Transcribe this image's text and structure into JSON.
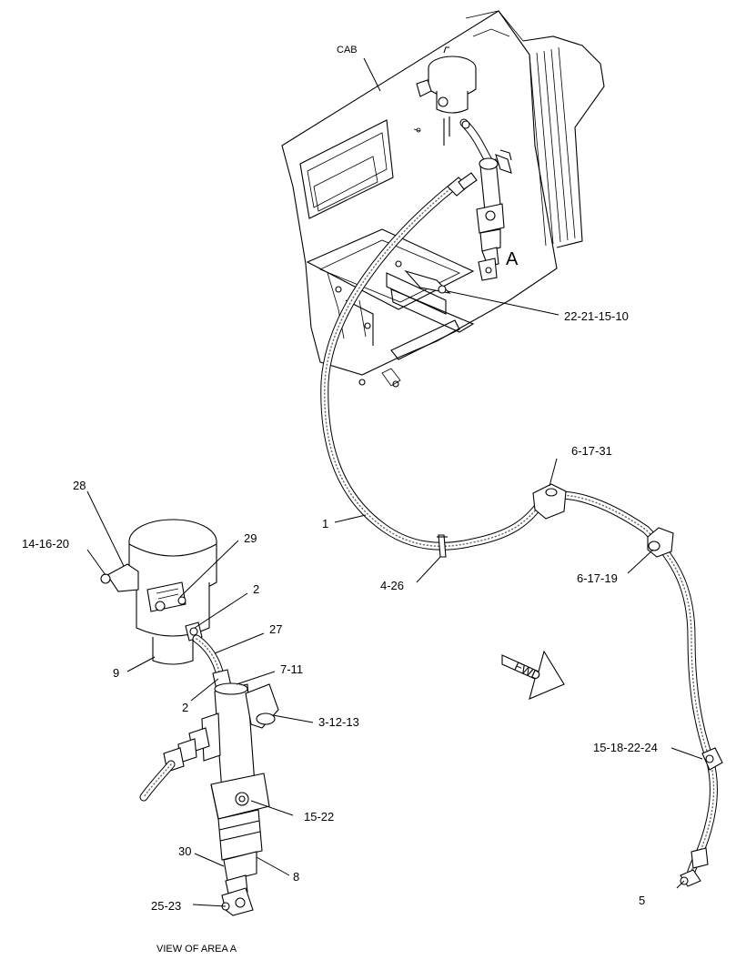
{
  "title": "VIEW OF AREA A",
  "area_marker": "A",
  "cab_label": "CAB",
  "fwd_label": "FWD",
  "callouts": {
    "c1": "1",
    "c2a": "2",
    "c2b": "2",
    "c3_12_13": "3-12-13",
    "c4_26": "4-26",
    "c5": "5",
    "c6_17_19": "6-17-19",
    "c6_17_31": "6-17-31",
    "c7_11": "7-11",
    "c8": "8",
    "c9": "9",
    "c14_16_20": "14-16-20",
    "c15_18_22_24": "15-18-22-24",
    "c15_22": "15-22",
    "c22_21_15_10": "22-21-15-10",
    "c25_23": "25-23",
    "c27": "27",
    "c28": "28",
    "c29": "29",
    "c30": "30"
  }
}
